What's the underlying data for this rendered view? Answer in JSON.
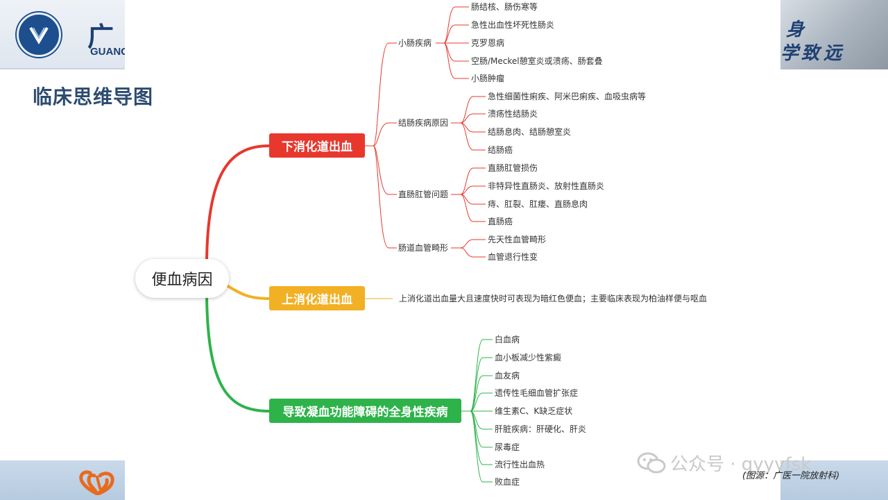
{
  "header": {
    "logo_cn": "广",
    "logo_en": "GUANGZ",
    "motto_chars": [
      "身",
      "学",
      "致",
      "远"
    ]
  },
  "page_title": "临床思维导图",
  "mindmap": {
    "root": "便血病因",
    "branches": [
      {
        "label": "下消化道出血",
        "color": "#e8372d",
        "groups": [
          {
            "label": "小肠疾病",
            "items": [
              "肠结核、肠伤寒等",
              "急性出血性坏死性肠炎",
              "克罗恩病",
              "空肠/Meckel憩室炎或溃疡、肠套叠",
              "小肠肿瘤"
            ]
          },
          {
            "label": "结肠疾病原因",
            "items": [
              "急性细菌性痢疾、阿米巴痢疾、血吸虫病等",
              "溃疡性结肠炎",
              "结肠息肉、结肠憩室炎",
              "结肠癌"
            ]
          },
          {
            "label": "直肠肛管问题",
            "items": [
              "直肠肛管损伤",
              "非特异性直肠炎、放射性直肠炎",
              "痔、肛裂、肛瘘、直肠息肉",
              "直肠癌"
            ]
          },
          {
            "label": "肠道血管畸形",
            "items": [
              "先天性血管畸形",
              "血管退行性变"
            ]
          }
        ]
      },
      {
        "label": "上消化道出血",
        "color": "#f2b024",
        "note": "上消化道出血量大且速度快时可表现为暗红色便血；主要临床表现为柏油样便与呕血"
      },
      {
        "label": "导致凝血功能障碍的全身性疾病",
        "color": "#2db34a",
        "items": [
          "白血病",
          "血小板减少性紫癜",
          "血友病",
          "遗传性毛细血管扩张症",
          "维生素C、K缺乏症状",
          "肝脏疾病：肝硬化、肝炎",
          "尿毒症",
          "流行性出血热",
          "败血症"
        ]
      }
    ]
  },
  "watermark": "公众号 · gyyyfsk",
  "source": "(图源：广医一院放射科)"
}
